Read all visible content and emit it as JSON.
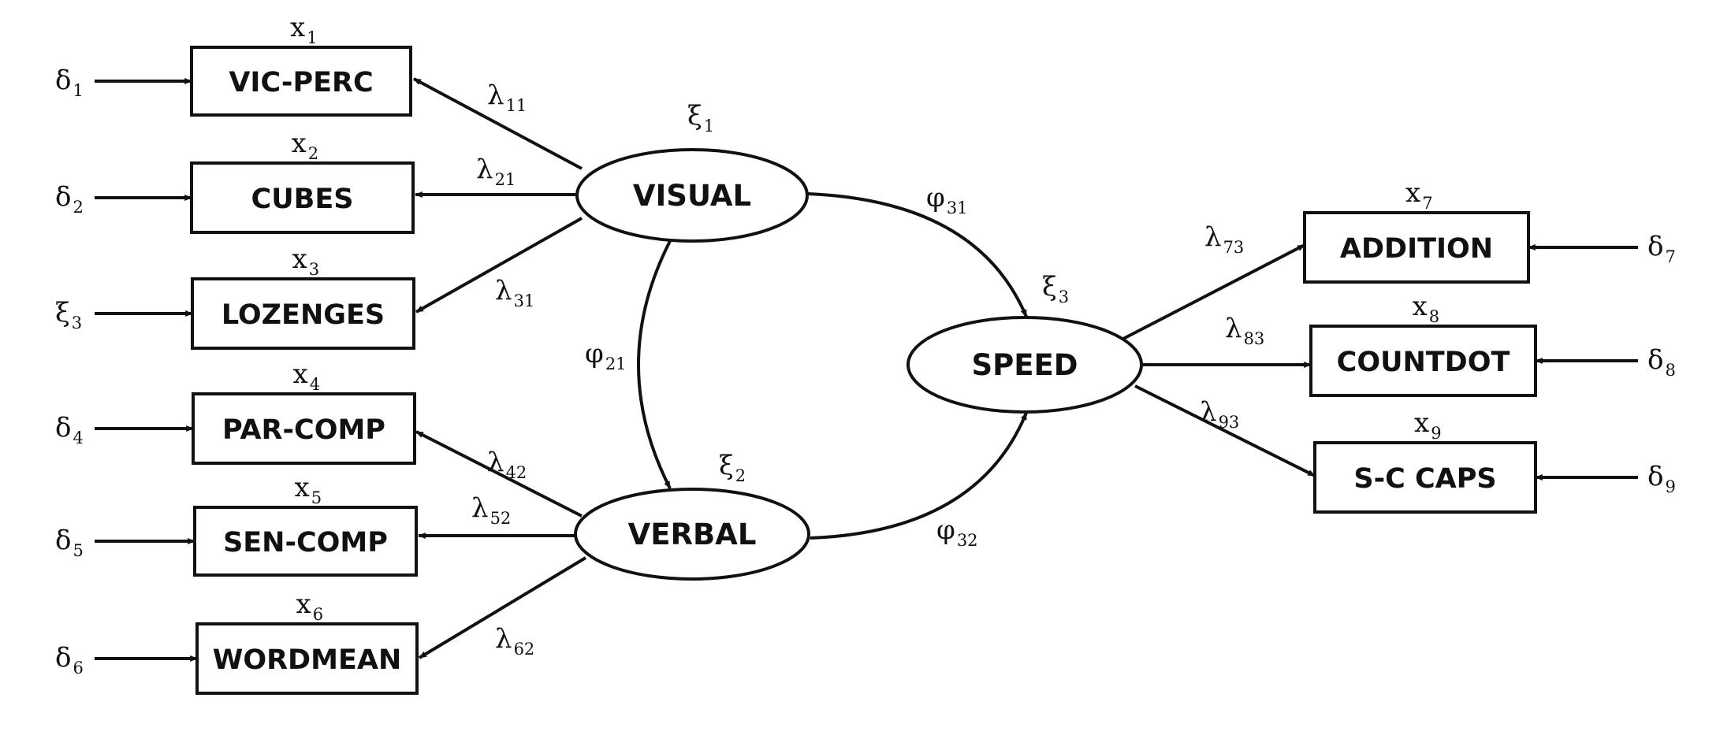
{
  "observed": [
    {
      "id": "vic-perc",
      "label": "VIC-PERC",
      "var": "x",
      "var_sub": "1",
      "err": "δ",
      "err_sub": "1"
    },
    {
      "id": "cubes",
      "label": "CUBES",
      "var": "x",
      "var_sub": "2",
      "err": "δ",
      "err_sub": "2"
    },
    {
      "id": "lozenges",
      "label": "LOZENGES",
      "var": "x",
      "var_sub": "3",
      "err": "ξ",
      "err_sub": "3"
    },
    {
      "id": "par-comp",
      "label": "PAR-COMP",
      "var": "x",
      "var_sub": "4",
      "err": "δ",
      "err_sub": "4"
    },
    {
      "id": "sen-comp",
      "label": "SEN-COMP",
      "var": "x",
      "var_sub": "5",
      "err": "δ",
      "err_sub": "5"
    },
    {
      "id": "wordmean",
      "label": "WORDMEAN",
      "var": "x",
      "var_sub": "6",
      "err": "δ",
      "err_sub": "6"
    },
    {
      "id": "addition",
      "label": "ADDITION",
      "var": "x",
      "var_sub": "7",
      "err": "δ",
      "err_sub": "7"
    },
    {
      "id": "countdot",
      "label": "COUNTDOT",
      "var": "x",
      "var_sub": "8",
      "err": "δ",
      "err_sub": "8"
    },
    {
      "id": "s-c-caps",
      "label": "S-C  CAPS",
      "var": "x",
      "var_sub": "9",
      "err": "δ",
      "err_sub": "9"
    }
  ],
  "latent": [
    {
      "id": "visual",
      "label": "VISUAL",
      "sym": "ξ",
      "sym_sub": "1"
    },
    {
      "id": "verbal",
      "label": "VERBAL",
      "sym": "ξ",
      "sym_sub": "2"
    },
    {
      "id": "speed",
      "label": "SPEED",
      "sym": "ξ",
      "sym_sub": "3"
    }
  ],
  "loadings": [
    {
      "from": "visual",
      "to": "vic-perc",
      "sym": "λ",
      "sub": "11"
    },
    {
      "from": "visual",
      "to": "cubes",
      "sym": "λ",
      "sub": "21"
    },
    {
      "from": "visual",
      "to": "lozenges",
      "sym": "λ",
      "sub": "31"
    },
    {
      "from": "verbal",
      "to": "par-comp",
      "sym": "λ",
      "sub": "42"
    },
    {
      "from": "verbal",
      "to": "sen-comp",
      "sym": "λ",
      "sub": "52"
    },
    {
      "from": "verbal",
      "to": "wordmean",
      "sym": "λ",
      "sub": "62"
    },
    {
      "from": "speed",
      "to": "addition",
      "sym": "λ",
      "sub": "73"
    },
    {
      "from": "speed",
      "to": "countdot",
      "sym": "λ",
      "sub": "83"
    },
    {
      "from": "speed",
      "to": "s-c-caps",
      "sym": "λ",
      "sub": "93"
    }
  ],
  "covariances": [
    {
      "a": "visual",
      "b": "verbal",
      "sym": "φ",
      "sub": "21"
    },
    {
      "a": "visual",
      "b": "speed",
      "sym": "φ",
      "sub": "31"
    },
    {
      "a": "verbal",
      "b": "speed",
      "sym": "φ",
      "sub": "32"
    }
  ]
}
